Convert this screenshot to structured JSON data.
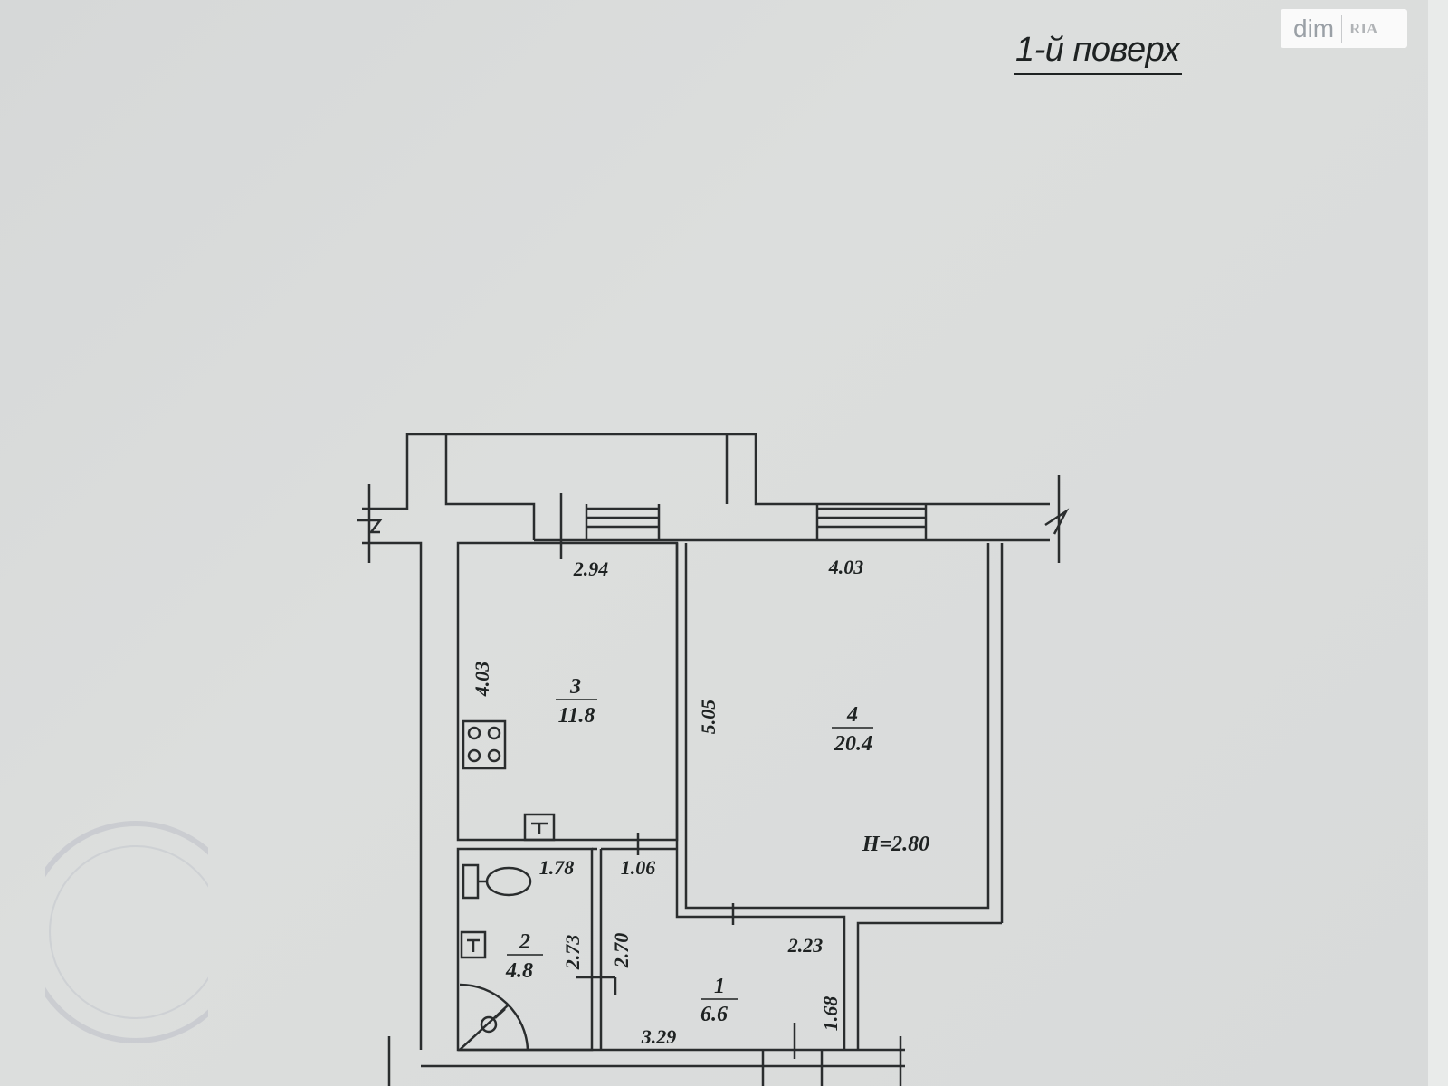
{
  "title": "1-й поверх",
  "watermark": {
    "brand": "dim",
    "sub": "RIA"
  },
  "ceiling_height": "H=2.80",
  "rooms": [
    {
      "number": "1",
      "area": "6.6"
    },
    {
      "number": "2",
      "area": "4.8"
    },
    {
      "number": "3",
      "area": "11.8"
    },
    {
      "number": "4",
      "area": "20.4"
    }
  ],
  "dimensions": {
    "kitchen_width": "2.94",
    "kitchen_length": "4.03",
    "living_width": "4.03",
    "living_length": "5.05",
    "bath_width": "1.78",
    "bath_length": "2.73",
    "hall_top": "1.06",
    "hall_side": "2.70",
    "hall_right": "2.23",
    "hall_bottom": "3.29",
    "hall_nook": "1.68"
  }
}
